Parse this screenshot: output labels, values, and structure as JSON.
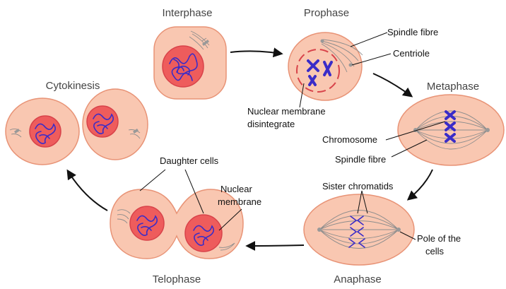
{
  "phases": {
    "interphase": "Interphase",
    "prophase": "Prophase",
    "metaphase": "Metaphase",
    "anaphase": "Anaphase",
    "telophase": "Telophase",
    "cytokinesis": "Cytokinesis"
  },
  "labels": {
    "spindle_fibre_top": "Spindle fibre",
    "centriole": "Centriole",
    "nuclear_membrane_disintegrate_l1": "Nuclear membrane",
    "nuclear_membrane_disintegrate_l2": "disintegrate",
    "chromosome": "Chromosome",
    "spindle_fibre_mid": "Spindle fibre",
    "sister_chromatids": "Sister chromatids",
    "pole_l1": "Pole of the",
    "pole_l2": "cells",
    "daughter_cells": "Daughter cells",
    "nuclear_membrane_l1": "Nuclear",
    "nuclear_membrane_l2": "membrane"
  },
  "colors": {
    "cytoplasm": "#f9c7b1",
    "nucleus": "#ee5c5c",
    "chromosome": "#3a2cc8"
  }
}
